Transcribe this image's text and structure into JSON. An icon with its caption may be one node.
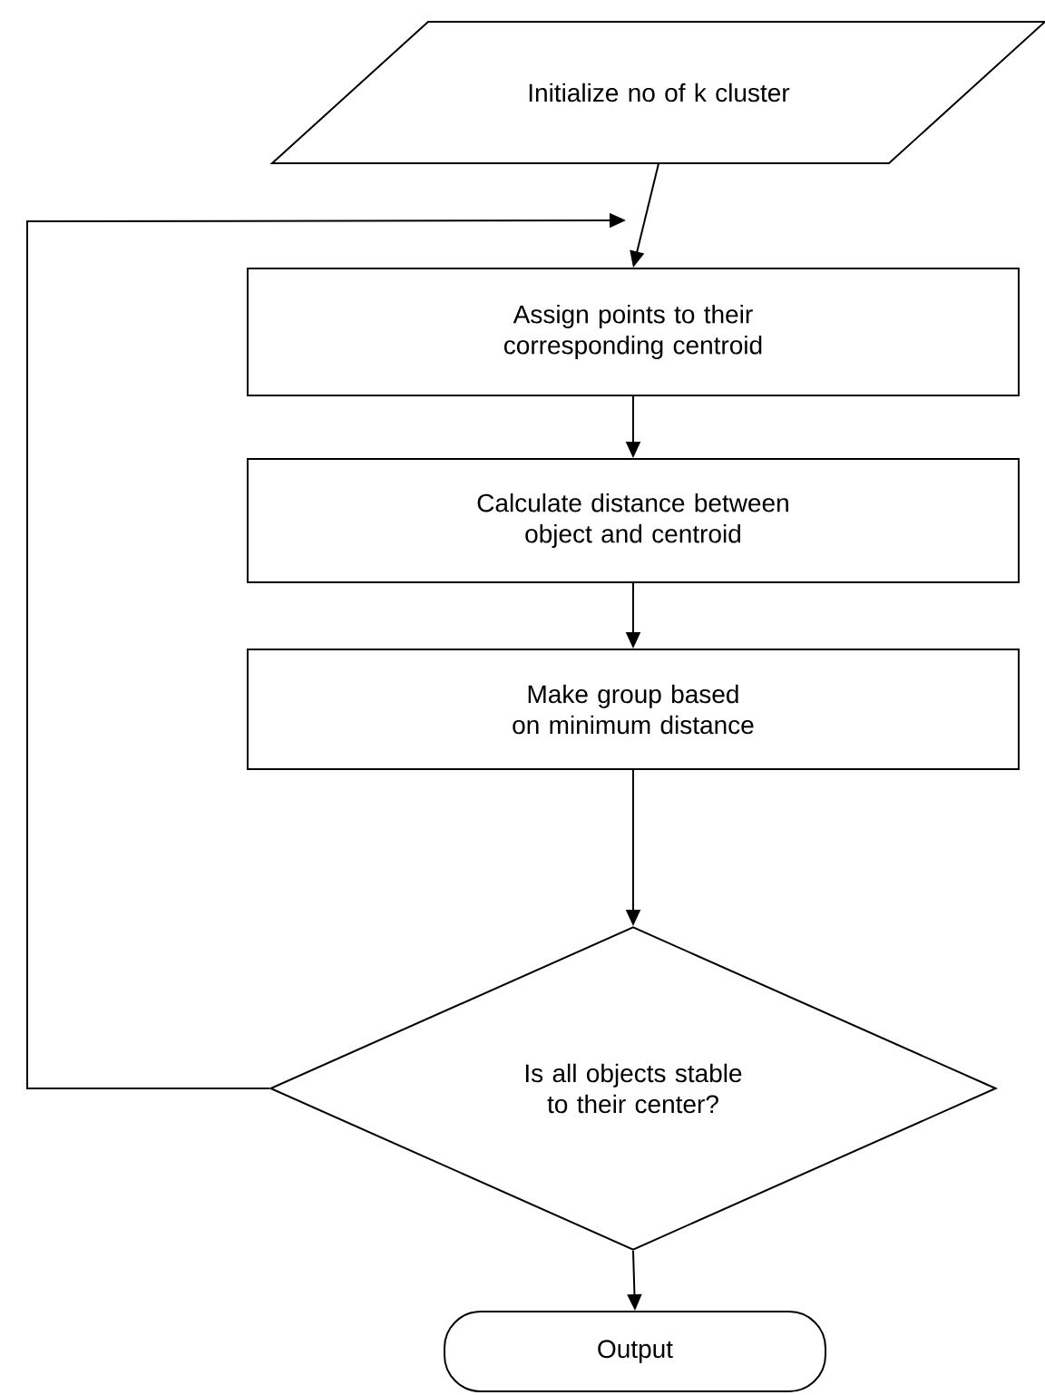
{
  "diagram": {
    "nodes": [
      {
        "text": [
          "Initialize no of k cluster"
        ]
      },
      {
        "text": [
          "Assign points to their corresponding centroid"
        ]
      },
      {
        "text": [
          "Calculate distance between object and centroid"
        ]
      },
      {
        "text": [
          "Make group based on minimum distance"
        ]
      },
      {
        "text": [
          "Is all objects stable to their center?"
        ]
      },
      {
        "text": [
          "Output"
        ]
      }
    ],
    "edges": [
      {
        "from": 0,
        "to": 1,
        "arrow": "to"
      },
      {
        "from": 1,
        "to": 2,
        "arrow": "to"
      },
      {
        "from": 2,
        "to": 3,
        "arrow": "to"
      },
      {
        "from": 3,
        "to": 4,
        "arrow": "to"
      },
      {
        "from": 4,
        "to": 5,
        "arrow": "to"
      },
      {
        "from": 4,
        "to": 1,
        "arrow": "to"
      }
    ]
  }
}
